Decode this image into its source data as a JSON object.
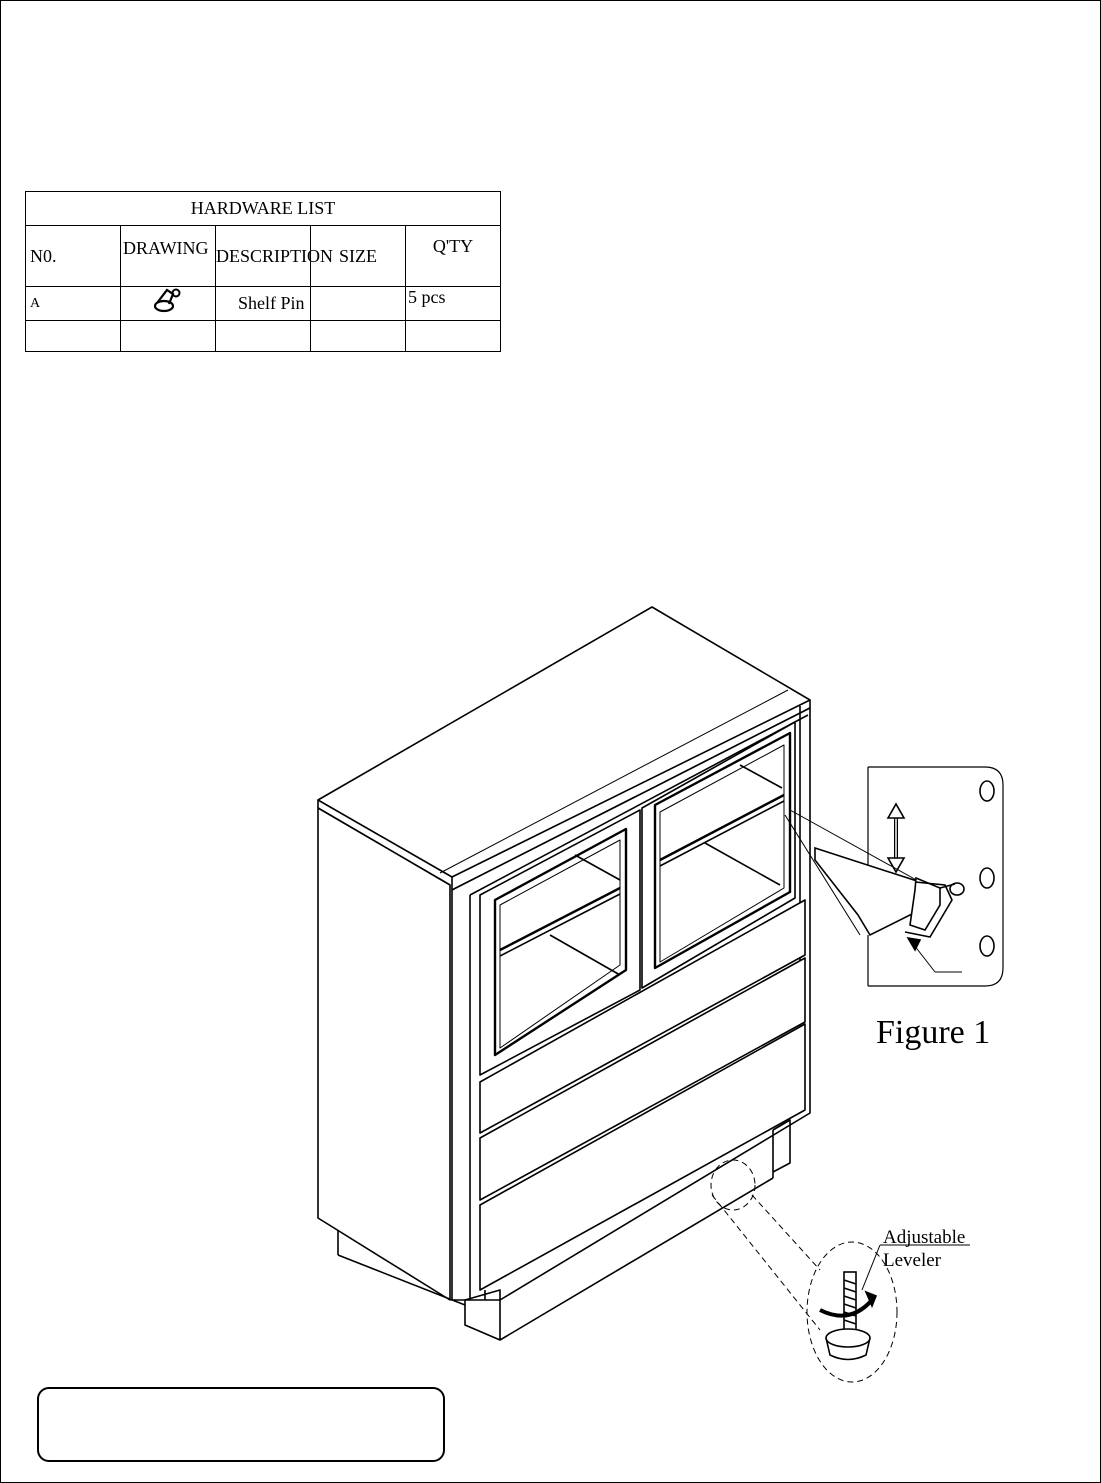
{
  "hardware_list": {
    "title": "HARDWARE LIST",
    "columns": [
      "N0.",
      "DRAWING",
      "DESCRIPTION",
      "SIZE",
      "Q'TY"
    ],
    "rows": [
      {
        "no": "A",
        "drawing_icon": "shelf-pin-icon",
        "description": "Shelf Pin",
        "size": "",
        "qty": "5 pcs"
      },
      {
        "no": "",
        "drawing_icon": "",
        "description": "",
        "size": "",
        "qty": ""
      }
    ]
  },
  "figure": {
    "label": "Figure 1"
  },
  "callout": {
    "label_line1": "Adjustable",
    "label_line2": "Leveler"
  },
  "note_box": {
    "text": ""
  }
}
